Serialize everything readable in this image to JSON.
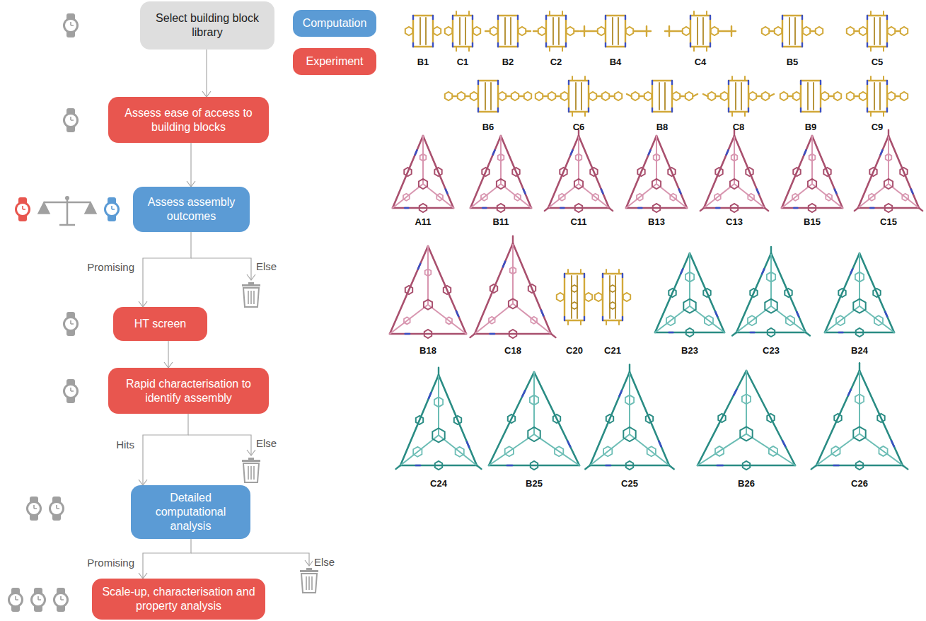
{
  "diagram": {
    "nodes": [
      {
        "text": [
          "Select building block library"
        ]
      },
      {
        "text": [
          "Assess ease of access to building blocks"
        ]
      },
      {
        "text": [
          "Assess assembly outcomes"
        ]
      },
      {
        "text": [
          "HT screen"
        ]
      },
      {
        "text": [
          "Rapid characterisation to identify assembly"
        ]
      },
      {
        "text": [
          "Detailed computational analysis"
        ]
      },
      {
        "text": [
          "Scale-up, characterisation and property analysis"
        ]
      }
    ],
    "edges": [
      {
        "from": 0,
        "to": 1,
        "arrow": "to"
      },
      {
        "from": 1,
        "to": 2,
        "arrow": "to"
      },
      {
        "from": 2,
        "to": 3,
        "label": "Promising",
        "arrow": "to"
      },
      {
        "from": 3,
        "to": 4,
        "arrow": "to"
      },
      {
        "from": 4,
        "to": 5,
        "label": "Hits",
        "arrow": "to"
      },
      {
        "from": 5,
        "to": 6,
        "label": "Promising",
        "arrow": "to"
      }
    ],
    "labels": [
      "Else",
      "Else",
      "Else",
      "B1",
      "C1",
      "B2",
      "C2",
      "B4",
      "C4",
      "B5",
      "C5",
      "B6",
      "C6",
      "B8",
      "C8",
      "B9",
      "C9",
      "A11",
      "B11",
      "C11",
      "B13",
      "C13",
      "B15",
      "C15",
      "B18",
      "C18",
      "C20",
      "C21",
      "B23",
      "C23",
      "B24",
      "C24",
      "B25",
      "C25",
      "B26",
      "C26"
    ],
    "legend": [
      {
        "text": "Computation",
        "color": "#5b9bd5"
      },
      {
        "text": "Experiment",
        "color": "#e8564f"
      }
    ]
  }
}
